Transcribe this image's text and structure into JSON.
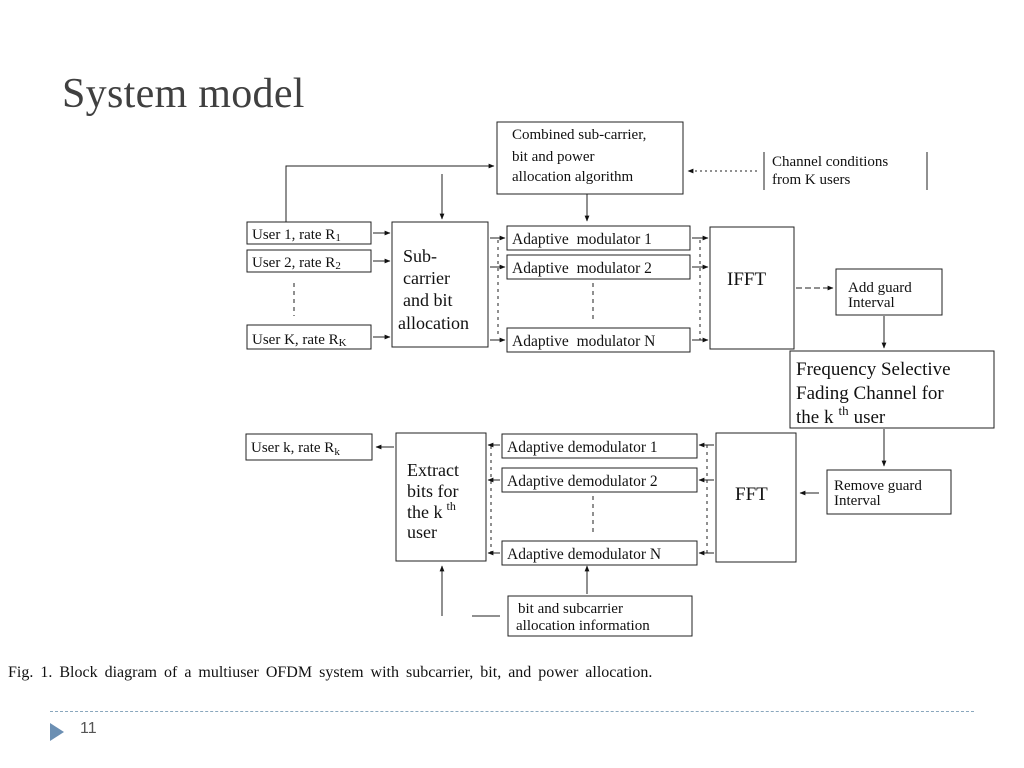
{
  "slide": {
    "title": "System model",
    "page_number": "11"
  },
  "diagram": {
    "combined_algorithm": [
      "Combined sub-carrier,",
      "bit and power",
      "allocation algorithm"
    ],
    "channel_conditions": [
      "Channel conditions",
      "from K users"
    ],
    "users_tx": {
      "user1": {
        "text": "User 1, rate R",
        "sub": "1"
      },
      "user2": {
        "text": "User 2, rate R",
        "sub": "2"
      },
      "userK": {
        "text": "User K, rate R",
        "sub": "K"
      }
    },
    "subcarrier_alloc": [
      "Sub-",
      "carrier",
      "and bit",
      "allocation"
    ],
    "modulators": [
      "Adaptive  modulator 1",
      "Adaptive  modulator 2",
      "Adaptive  modulator N"
    ],
    "ifft": "IFFT",
    "add_guard": [
      "Add guard",
      "Interval"
    ],
    "channel": [
      "Frequency Selective",
      "Fading Channel for",
      "the k",
      "th",
      "user"
    ],
    "remove_guard": [
      "Remove guard",
      "Interval"
    ],
    "fft": "FFT",
    "demodulators": [
      "Adaptive demodulator 1",
      "Adaptive demodulator 2",
      "Adaptive demodulator N"
    ],
    "extract": [
      "Extract",
      "bits for",
      "the k",
      "th",
      "user"
    ],
    "user_rx": {
      "text": "User k, rate R",
      "sub": "k"
    },
    "bit_info": [
      "bit and subcarrier",
      "allocation information"
    ]
  },
  "caption": "Fig. 1.   Block diagram of a multiuser OFDM system with subcarrier, bit, and power allocation."
}
